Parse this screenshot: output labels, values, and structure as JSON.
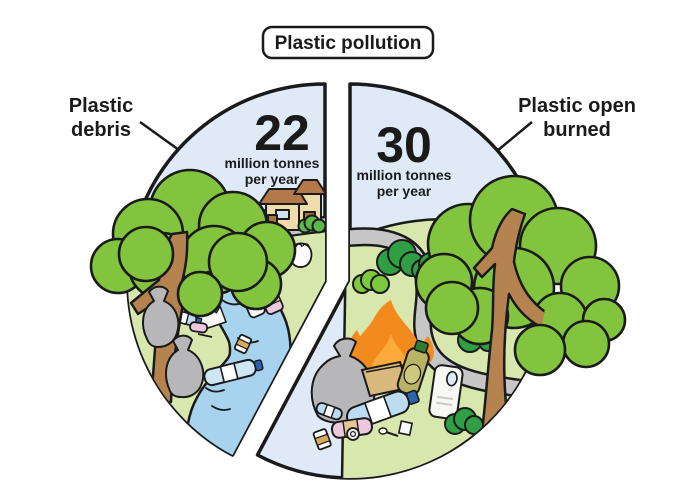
{
  "title": "Plastic pollution",
  "chart_data": {
    "type": "pie",
    "title": "Plastic pollution",
    "unit": "million tonnes per year",
    "slices": [
      {
        "label": "Plastic debris",
        "value": 22
      },
      {
        "label": "Plastic open burned",
        "value": 30
      }
    ]
  },
  "labels": {
    "left": {
      "line1": "Plastic",
      "line2": "debris"
    },
    "right": {
      "line1": "Plastic open",
      "line2": "burned"
    }
  },
  "left_slice": {
    "value": "22",
    "unit1": "million tonnes",
    "unit2": "per year"
  },
  "right_slice": {
    "value": "30",
    "unit1": "million tonnes",
    "unit2": "per year"
  },
  "colors": {
    "outline": "#1a1a1a",
    "sky": "#dfeaf6",
    "ground": "#d8e7ae",
    "river": "#a8d3ee",
    "foliage": "#83c43f",
    "dark_bush": "#2f9e44",
    "light_bush": "#5cb848",
    "trunk": "#b5834f",
    "road": "#c6c6c6",
    "fire_outer": "#f28a1e",
    "fire_inner": "#fbaa3c",
    "trash_bag": "#b7b7b9",
    "roof": "#b5784a",
    "wall": "#efdcaa",
    "bottle_blue": "#bddcf1",
    "bottle_pink": "#ecc8de",
    "bottle_olive": "#b9b465",
    "cap_blue": "#2b63ad",
    "cardboard": "#d9b87c"
  }
}
